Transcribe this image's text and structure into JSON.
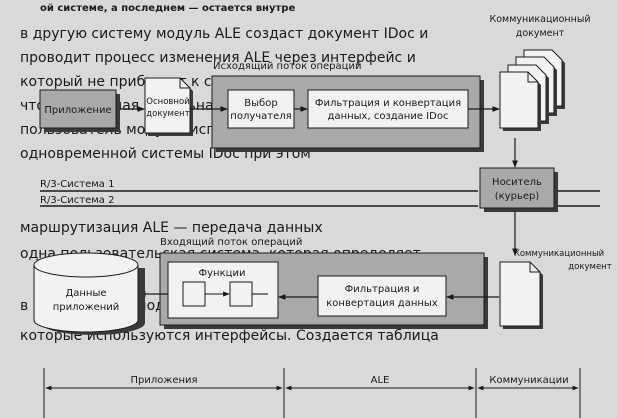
{
  "top_text": "ой системе, а последнем — остается внутре",
  "background_lines": [
    "в другую систему модуль ALE создаст документ IDoc и",
    "проводит процесс изменения ALE через интерфейс и",
    "который не прибегает к своей системе IDoc. Так же",
    "что выведенная отдельная система через поток кома",
    "пользователь модуля, используемых и созданных",
    "одновременной системы IDoc при этом",
    "маршрутизация ALE — передача данных",
    "одна пользовательская система, которая определяет",
    "в системах при поддержке документов IDoc в",
    "которые используются интерфейсы. Создается таблица"
  ],
  "outbound": {
    "title": "Исходящий поток операций",
    "app_label": "Приложение",
    "master_doc": [
      "Основной",
      "документ"
    ],
    "receiver": [
      "Выбор",
      "получателя"
    ],
    "filter": [
      "Фильтрация и конвертация",
      "данных, создание IDoc"
    ]
  },
  "comm_doc_top": [
    "Коммуникационный",
    "документ"
  ],
  "systems": {
    "system1": "R/3-Система 1",
    "system2": "R/3-Система 2"
  },
  "carrier": [
    "Носитель",
    "(курьер)"
  ],
  "inbound": {
    "title": "Входящий поток операций",
    "functions": "Функции",
    "filter": [
      "Фильтрация и",
      "конвертация данных"
    ]
  },
  "comm_doc_bottom": [
    "Коммуникационный",
    "документ"
  ],
  "app_data": [
    "Данные",
    "приложений"
  ],
  "scale": {
    "apps": "Приложения",
    "ale": "ALE",
    "comm": "Коммуникации"
  },
  "colors": {
    "page": "#d9d9d7",
    "shadow": "#3a3a3a",
    "box_fill": "#f2f2f0",
    "gray_fill": "#a9a9a7",
    "line": "#1a1a1a"
  }
}
